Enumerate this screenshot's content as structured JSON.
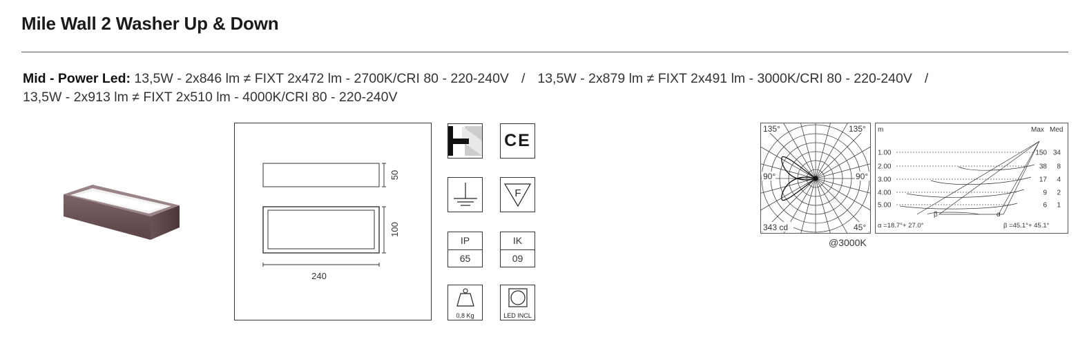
{
  "header": {
    "title": "Mile Wall 2 Washer Up & Down"
  },
  "specs": {
    "label": "Mid - Power Led:",
    "line1": "13,5W - 2x846 lm ≠ FIXT 2x472 lm - 2700K/CRI 80 - 220-240V",
    "sep1": "/",
    "line2": "13,5W - 2x879 lm ≠ FIXT 2x491 lm - 3000K/CRI 80 - 220-240V",
    "sep2": "/",
    "line3": "13,5W - 2x913 lm ≠ FIXT 2x510 lm - 4000K/CRI 80 - 220-240V"
  },
  "drawing": {
    "dim_height_top": "50",
    "dim_height_bottom": "100",
    "dim_width": "240"
  },
  "icons": {
    "mounting": "wall-mount-icon",
    "ce": "CE",
    "earth": "earth-ground-icon",
    "f_mark": "F",
    "ip_label": "IP",
    "ip_value": "65",
    "ik_label": "IK",
    "ik_value": "09",
    "weight": "0,8 Kg",
    "led": "LED INCL"
  },
  "polar": {
    "angle_tl": "135°",
    "angle_tr": "135°",
    "angle_ml": "90°",
    "angle_mr": "90°",
    "intensity": "343 cd",
    "angle_br": "45°",
    "caption": "@3000K"
  },
  "lux": {
    "col_m": "m",
    "col_max": "Max",
    "col_med": "Med",
    "rows": [
      {
        "m": "1.00",
        "max": "150",
        "med": "34"
      },
      {
        "m": "2.00",
        "max": "38",
        "med": "8"
      },
      {
        "m": "3.00",
        "max": "17",
        "med": "4"
      },
      {
        "m": "4.00",
        "max": "9",
        "med": "2"
      },
      {
        "m": "5.00",
        "max": "6",
        "med": "1"
      }
    ],
    "beta_mark": "β",
    "alpha_mark": "α",
    "alpha": "α =18.7°+ 27.0°",
    "beta": "β =45.1°+ 45.1°"
  }
}
